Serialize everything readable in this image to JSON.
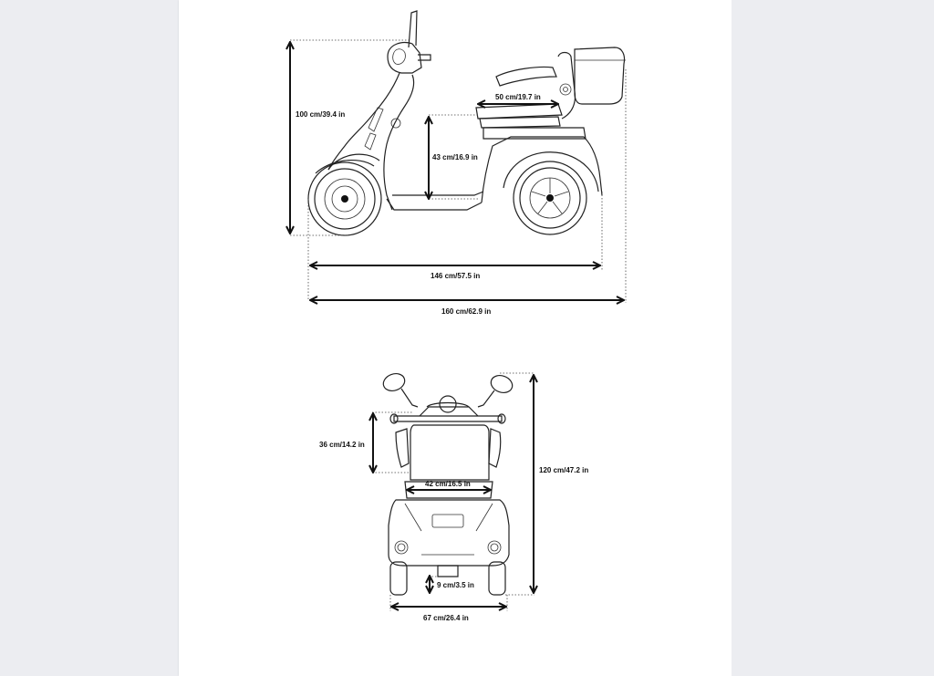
{
  "colors": {
    "viewer_background": "#ecedf1",
    "page": "#ffffff",
    "ink": "#111111"
  },
  "side_view": {
    "dimensions": {
      "overall_height": "100 cm/39.4 in",
      "seat_height": "43 cm/16.9 in",
      "seat_depth": "50 cm/19.7 in",
      "wheelbase": "146 cm/57.5 in",
      "overall_length": "160 cm/62.9 in"
    }
  },
  "front_view": {
    "dimensions": {
      "backrest_height": "36 cm/14.2 in",
      "seat_width": "42 cm/16.5 in",
      "overall_height": "120 cm/47.2 in",
      "ground_clearance": "9 cm/3.5 in",
      "overall_width": "67 cm/26.4 in"
    }
  }
}
